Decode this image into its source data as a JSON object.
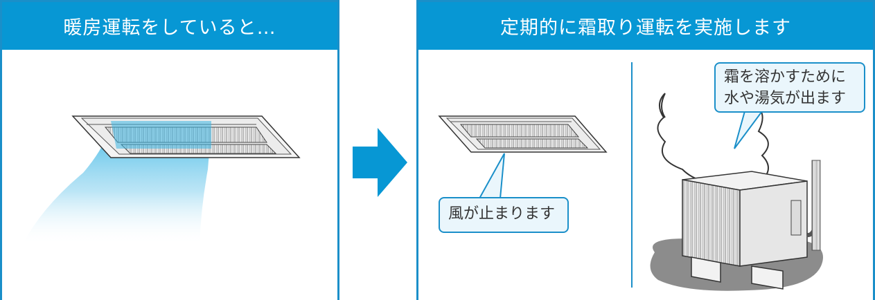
{
  "left_panel": {
    "header": "暖房運転をしていると…"
  },
  "right_panel": {
    "header": "定期的に霜取り運転を実施します",
    "callout_wind": "風が止まります",
    "callout_frost_line1": "霜を溶かすために",
    "callout_frost_line2": "水や湯気が出ます"
  },
  "colors": {
    "header_bg": "#0797d4",
    "border": "#1a8fc9",
    "callout_bg": "#eaf6fc",
    "airflow": "#3cb7e4"
  },
  "icons": [
    "arrow-right-icon",
    "ceiling-ac-unit-icon",
    "outdoor-unit-icon",
    "steam-icon"
  ]
}
